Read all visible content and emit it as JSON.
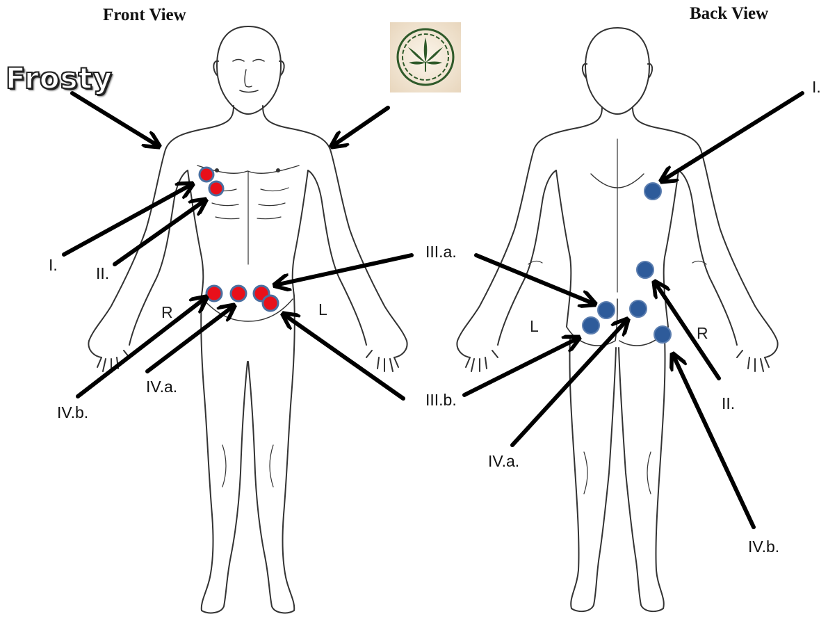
{
  "titles": {
    "front": "Front View",
    "back": "Back View"
  },
  "brand": {
    "text": "Frosty"
  },
  "front_sides": {
    "right": "R",
    "left": "L"
  },
  "back_sides": {
    "left": "L",
    "right": "R"
  },
  "front_labels": {
    "i": "I.",
    "ii": "II.",
    "iii_a": "III.a.",
    "iii_b": "III.b.",
    "iv_a": "IV.a.",
    "iv_b": "IV.b."
  },
  "back_labels": {
    "i": "I.",
    "ii": "II.",
    "iv_a": "IV.a.",
    "iv_b": "IV.b."
  },
  "colors": {
    "front_marker": "#e8101a",
    "back_marker": "#2e5b9a",
    "marker_outline": "#4a6fa0",
    "arrow": "#000000",
    "outline": "#333333",
    "logo_bg": "#f3eadb",
    "logo_leaf": "#2f5a2a"
  },
  "icons": {
    "logo": "cannabis-leaf-emblem-icon"
  }
}
